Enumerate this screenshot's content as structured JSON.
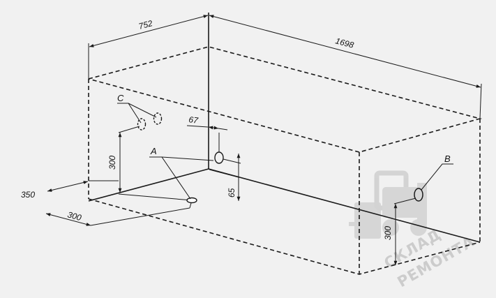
{
  "dimensions": {
    "width": "752",
    "length": "1698",
    "offset_67": "67",
    "height_65": "65",
    "height_c": "300",
    "depth_350": "350",
    "offset_300": "300",
    "height_b": "300"
  },
  "labels": {
    "a": "A",
    "b": "B",
    "c": "C"
  },
  "watermark": {
    "line1": "СКЛАД",
    "line2": "РЕМОНТА"
  },
  "colors": {
    "background": "#f1f1f1",
    "lines": "#1a1a1a",
    "watermark": "#c9c9c9"
  }
}
